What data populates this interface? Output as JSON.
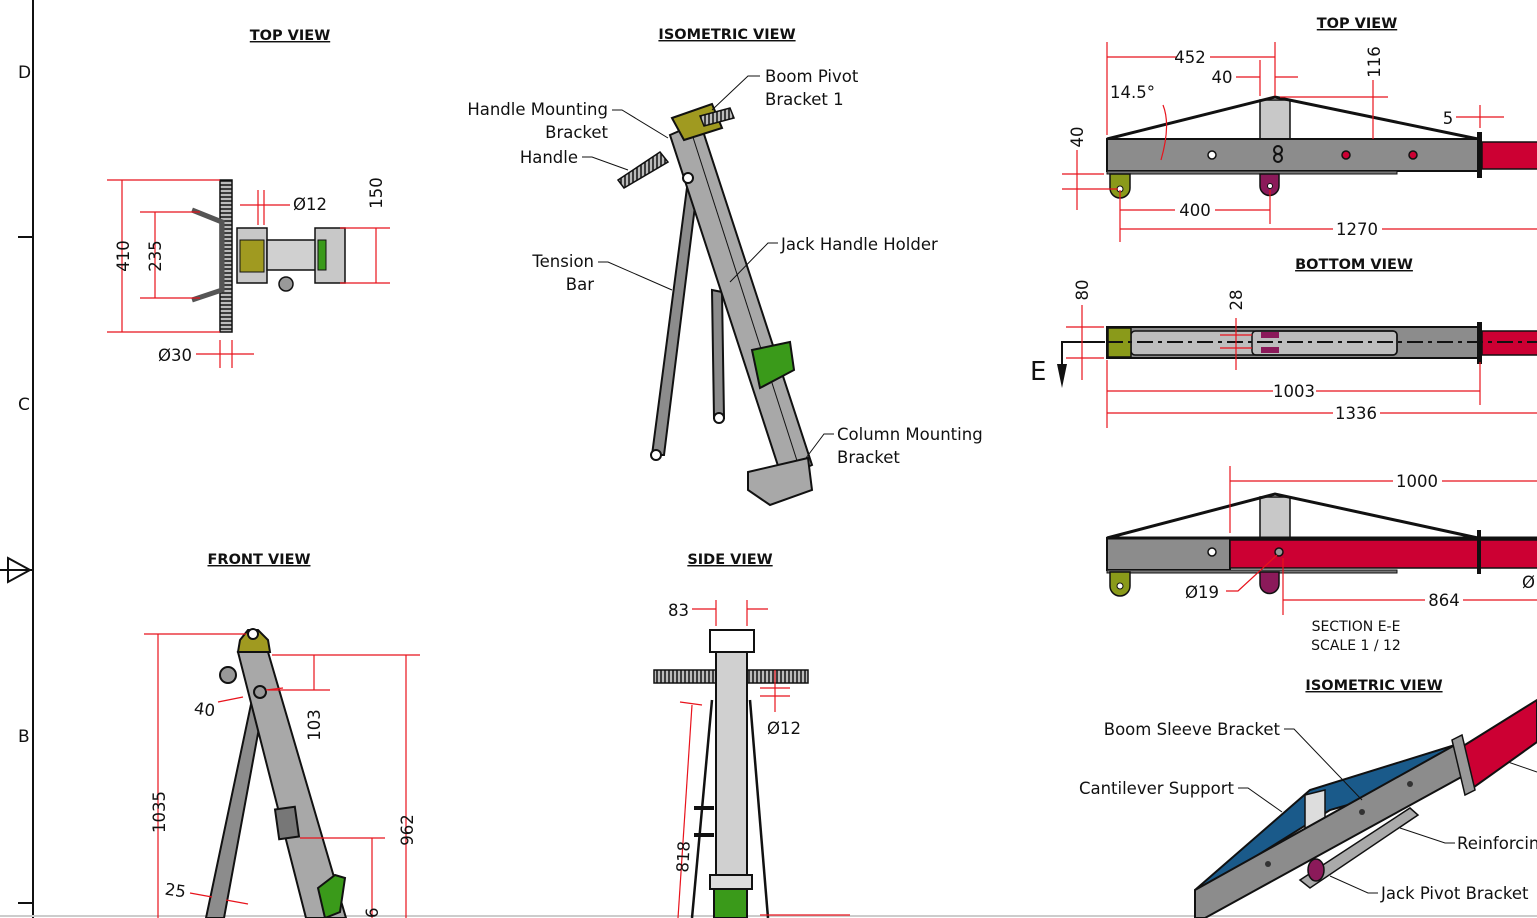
{
  "border": {
    "zones": [
      "D",
      "C",
      "B"
    ]
  },
  "left_top_view": {
    "title": "TOP VIEW",
    "dims": {
      "overall_height": "410",
      "inner_height": "235",
      "pin_dia": "Ø12",
      "plate_height": "150",
      "ratchet_dia": "Ø30"
    }
  },
  "left_isometric_view": {
    "title": "ISOMETRIC VIEW",
    "callouts": {
      "handle_mounting_1": "Handle Mounting",
      "handle_mounting_2": "Bracket",
      "handle": "Handle",
      "boom_pivot_1": "Boom Pivot",
      "boom_pivot_2": "Bracket 1",
      "tension_1": "Tension",
      "tension_2": "Bar",
      "jack_handle_holder": "Jack Handle Holder",
      "column_mounting_1": "Column Mounting",
      "column_mounting_2": "Bracket"
    }
  },
  "front_view": {
    "title": "FRONT VIEW",
    "dims": {
      "overall": "1035",
      "offset": "40",
      "pivot_drop": "103",
      "column": "962",
      "bar_width": "25",
      "partial": "6"
    }
  },
  "side_view": {
    "title": "SIDE VIEW",
    "dims": {
      "width": "83",
      "pin_dia": "Ø12",
      "leg": "818"
    }
  },
  "right_top_view": {
    "title": "TOP VIEW",
    "dims": {
      "to_post": "452",
      "post": "40",
      "angle": "14.5°",
      "truss_height": "116",
      "flange": "5",
      "lug": "40",
      "lug_spacing": "400",
      "overall": "1270"
    }
  },
  "bottom_view": {
    "title": "BOTTOM VIEW",
    "section_marker": "E",
    "dims": {
      "width": "80",
      "slot": "28",
      "sleeve": "1003",
      "overall": "1336"
    }
  },
  "section_view": {
    "dims": {
      "boom_insert": "1000",
      "hole_dia": "Ø19",
      "boom_from_hole": "864",
      "partial_dia": "Ø"
    },
    "caption_1": "SECTION E-E",
    "caption_2": "SCALE 1 / 12"
  },
  "right_isometric_view": {
    "title": "ISOMETRIC VIEW",
    "callouts": {
      "boom_sleeve_bracket": "Boom Sleeve Bracket",
      "cantilever_support": "Cantilever Support",
      "reinforcing": "Reinforcin",
      "jack_pivot_bracket": "Jack Pivot Bracket"
    }
  },
  "colors": {
    "dimension": "#e8131c",
    "steel": "#8c8c8c",
    "boom": "#cc0033",
    "olive": "#8a9a1a",
    "purple": "#8b1a5a",
    "green": "#3a9a1a",
    "blue": "#1a5a8a"
  }
}
